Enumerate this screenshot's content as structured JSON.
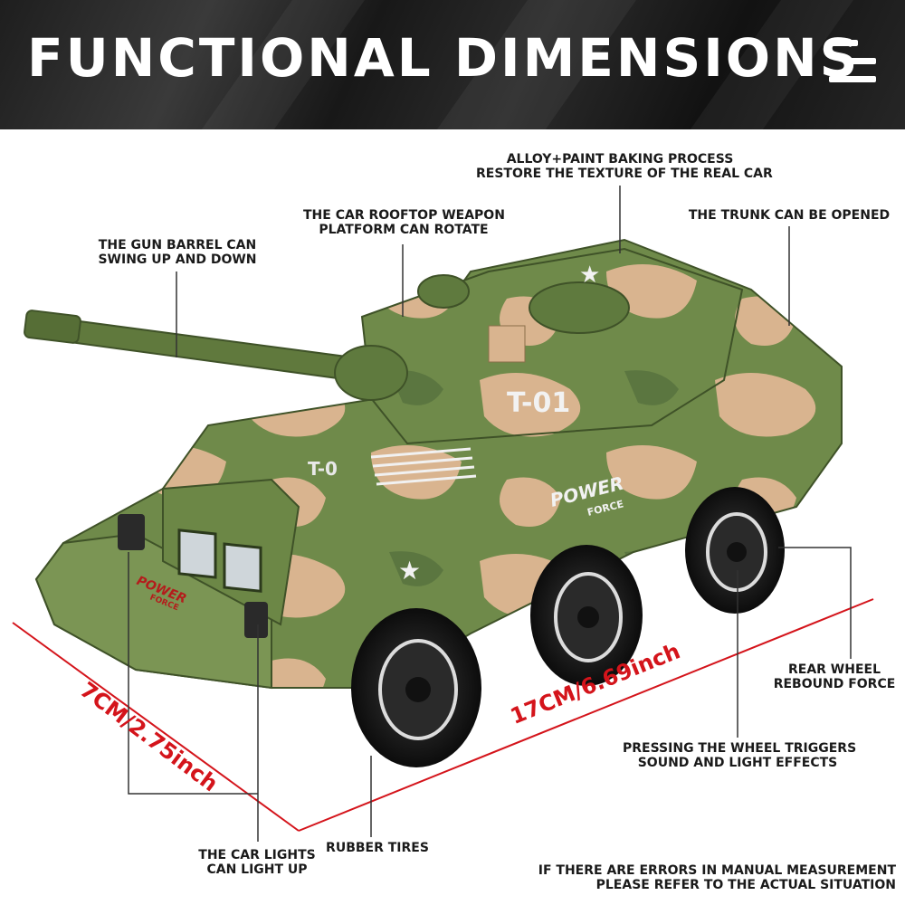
{
  "header": {
    "title": "FUNCTIONAL DIMENSIONS"
  },
  "callouts": {
    "alloy_line1": "ALLOY+PAINT BAKING PROCESS",
    "alloy_line2": "RESTORE THE TEXTURE OF THE REAL CAR",
    "rooftop_line1": "THE CAR ROOFTOP WEAPON",
    "rooftop_line2": "PLATFORM CAN ROTATE",
    "trunk": "THE TRUNK CAN BE OPENED",
    "gun_line1": "THE GUN BARREL CAN",
    "gun_line2": "SWING UP AND DOWN",
    "rear_line1": "REAR WHEEL",
    "rear_line2": "REBOUND FORCE",
    "press_line1": "PRESSING THE WHEEL TRIGGERS",
    "press_line2": "SOUND AND LIGHT EFFECTS",
    "tires": "RUBBER TIRES",
    "lights_line1": "THE CAR LIGHTS",
    "lights_line2": "CAN LIGHT UP",
    "note_line1": "IF THERE ARE ERRORS IN MANUAL MEASUREMENT",
    "note_line2": "PLEASE REFER TO THE ACTUAL SITUATION"
  },
  "dimensions": {
    "length": "17CM/6.69inch",
    "height": "7CM/2.75inch"
  },
  "vehicle": {
    "turret_mark": "T-01",
    "hull_mark": "T-0",
    "side_logo_1": "POWER",
    "side_logo_2": "FORCE",
    "front_logo_1": "POWER",
    "front_logo_2": "FORCE"
  },
  "colors": {
    "banner": "#222222",
    "dimension_red": "#d4141b",
    "camo_green": "#6f8a4a",
    "camo_tan": "#d9b48f"
  },
  "icons": [
    "hamburger-menu-icon"
  ]
}
